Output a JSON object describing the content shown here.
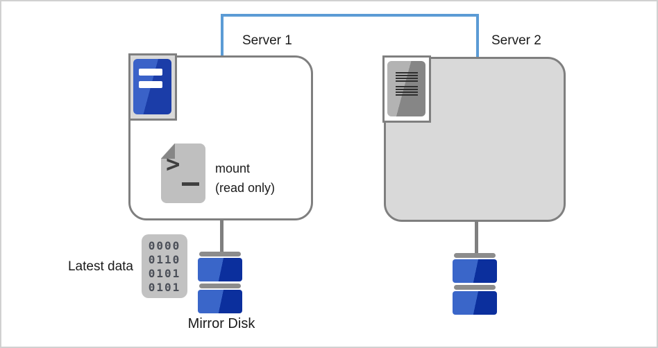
{
  "diagram": {
    "server1": {
      "label": "Server 1"
    },
    "server2": {
      "label": "Server 2"
    },
    "mount": {
      "line1": "mount",
      "line2": "(read only)"
    },
    "latest_data_label": "Latest data",
    "mirror_disk_label": "Mirror Disk",
    "binary_icon": {
      "rows": [
        "0000",
        "0110",
        "0101",
        "0101"
      ]
    },
    "icons": {
      "server1_icon": "server-tower-blue",
      "server2_icon": "server-tower-gray",
      "mount_icon": "terminal-file",
      "latest_data_icon": "binary-data",
      "disk_icon": "mirror-disk-stack"
    },
    "colors": {
      "interconnect_blue": "#5B9BD5",
      "outline_gray": "#7F7F7F",
      "standby_fill_gray": "#D9D9D9",
      "disk_blue_light": "#3A66C9",
      "disk_blue_dark": "#0B2F9D",
      "icon_gray": "#BFBFBF"
    }
  }
}
